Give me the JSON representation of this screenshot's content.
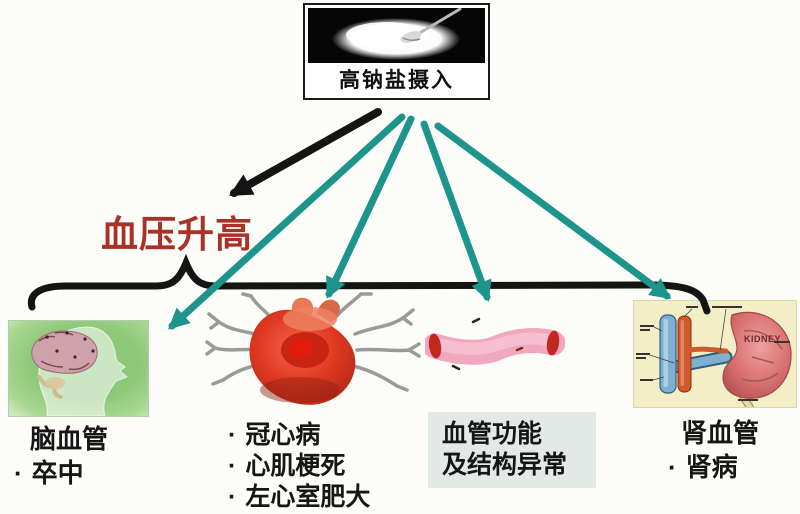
{
  "colors": {
    "arrow_teal": "#1d948c",
    "hypertension_red": "#a93226",
    "ink_black": "#161616",
    "vessel_caption_bg": "#e2e9e7",
    "brain_bg_green": "#8dc878",
    "kidney_bg_yellow": "#f3eec6"
  },
  "ui": {
    "bullet": "·"
  },
  "source_box": {
    "label": "高钠盐摄入",
    "image": "salt-pile-with-spoon"
  },
  "hypertension": {
    "label": "血压升高"
  },
  "outcomes": {
    "brain": {
      "caption": "脑血管",
      "items": [
        "卒中"
      ]
    },
    "heart": {
      "items": [
        "冠心病",
        "心肌梗死",
        "左心室肥大"
      ]
    },
    "vessel": {
      "caption_lines": [
        "血管功能",
        "及结构异常"
      ]
    },
    "kidney": {
      "caption": "肾血管",
      "items": [
        "肾病"
      ],
      "diagram_label": "KIDNEY"
    }
  }
}
